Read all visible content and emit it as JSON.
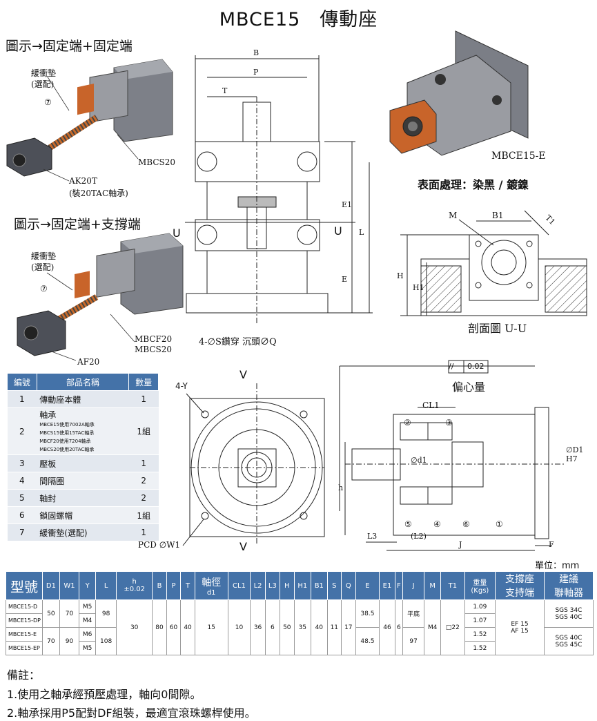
{
  "title": "MBCE15　傳動座",
  "captions": {
    "fixed_fixed": "圖示→固定端+固定端",
    "fixed_support": "圖示→固定端+支撐端"
  },
  "callouts": {
    "cushion1": "緩衝墊",
    "cushion1_opt": "(選配)",
    "num7a": "⑦",
    "mbcs20_a": "MBCS20",
    "ak20t": "AK20T",
    "ak20t_note": "(裝20TAC軸承)",
    "cushion2": "緩衝墊",
    "cushion2_opt": "(選配)",
    "num7b": "⑦",
    "mbcf20": "MBCF20",
    "mbcs20_b": "MBCS20",
    "af20": "AF20",
    "mbce15e": "MBCE15-E",
    "surface": "表面處理：染黑 / 鍍鎳"
  },
  "drawing_labels": {
    "B": "B",
    "P": "P",
    "T": "T",
    "E1": "E1",
    "L": "L",
    "E": "E",
    "U_left": "U",
    "U_right": "U",
    "hole_note": "4-∅S鑽穿  沉頭∅Q",
    "M": "M",
    "B1": "B1",
    "T1": "T1",
    "H": "H",
    "H1": "H1",
    "section": "剖面圖 U-U",
    "Y": "4-Y",
    "V_top": "V",
    "V_bot": "V",
    "PCD": "PCD ∅W1",
    "tol": "0.02",
    "ecc": "偏心量",
    "CL1": "CL1",
    "n2": "②",
    "n3": "③",
    "n5": "⑤",
    "n4": "④",
    "n6": "⑥",
    "n1": "①",
    "d1": "∅d1",
    "h": "h",
    "D1H7": "∅D1 H7",
    "L3": "L3",
    "L2": "(L2)",
    "J": "J",
    "F": "F",
    "unit": "單位：mm"
  },
  "parts_table": {
    "headers": [
      "編號",
      "部品名稱",
      "數量"
    ],
    "rows": [
      {
        "no": "1",
        "name": "傳動座本體",
        "qty": "1"
      },
      {
        "no": "2",
        "name": "軸承",
        "qty": "1組",
        "subs": [
          "MBCE15使用7002A軸承",
          "MBCS15使用15TAC軸承",
          "MBCF20使用7204軸承",
          "MBCS20使用20TAC軸承"
        ]
      },
      {
        "no": "3",
        "name": "壓板",
        "qty": "1"
      },
      {
        "no": "4",
        "name": "間隔圈",
        "qty": "2"
      },
      {
        "no": "5",
        "name": "軸封",
        "qty": "2"
      },
      {
        "no": "6",
        "name": "鎖固螺帽",
        "qty": "1組"
      },
      {
        "no": "7",
        "name": "緩衝墊(選配)",
        "qty": "1"
      }
    ]
  },
  "spec_table": {
    "headers": {
      "model": "型號",
      "D1": "D1",
      "W1": "W1",
      "Y": "Y",
      "L": "L",
      "h": "h",
      "h_tol": "±0.02",
      "B": "B",
      "P": "P",
      "T": "T",
      "d1": "軸徑",
      "d1_sub": "d1",
      "CL1": "CL1",
      "L2": "L2",
      "L3": "L3",
      "H": "H",
      "H1": "H1",
      "B1": "B1",
      "S": "S",
      "Q": "Q",
      "E": "E",
      "E1": "E1",
      "F": "F",
      "J": "J",
      "M": "M",
      "T1": "T1",
      "weight": "重量",
      "weight_unit": "(Kgs)",
      "support": "支撐座",
      "support_sub": "支持端",
      "coupling": "建議",
      "coupling_sub": "聯軸器"
    },
    "models": [
      "MBCE15-D",
      "MBCE15-DP",
      "MBCE15-E",
      "MBCE15-EP"
    ],
    "D1": [
      "50",
      "70"
    ],
    "W1": [
      "70",
      "90"
    ],
    "Y": [
      "M5",
      "M4",
      "M6",
      "M5"
    ],
    "L": [
      "98",
      "108"
    ],
    "common": {
      "h": "30",
      "B": "80",
      "P": "60",
      "T": "40",
      "d1": "15",
      "CL1": "10",
      "L2": "36",
      "L3": "6",
      "H": "50",
      "H1": "35",
      "B1": "40",
      "S": "11",
      "Q": "17",
      "E1": "46",
      "F": "6",
      "M": "M4",
      "T1": "□22"
    },
    "E": [
      "38.5",
      "48.5"
    ],
    "J": [
      "平底",
      "97"
    ],
    "weight": [
      "1.09",
      "1.07",
      "1.52",
      "1.52"
    ],
    "support": [
      "EF 15",
      "AF 15"
    ],
    "coupling": [
      [
        "SGS 34C",
        "SGS 40C"
      ],
      [
        "SGS 40C",
        "SGS 45C"
      ]
    ]
  },
  "notes": {
    "heading": "備註：",
    "n1": "1.使用之軸承經預壓處理，軸向0間隙。",
    "n2": "2.軸承採用P5配對DF組裝，最適宜滾珠螺桿使用。"
  }
}
